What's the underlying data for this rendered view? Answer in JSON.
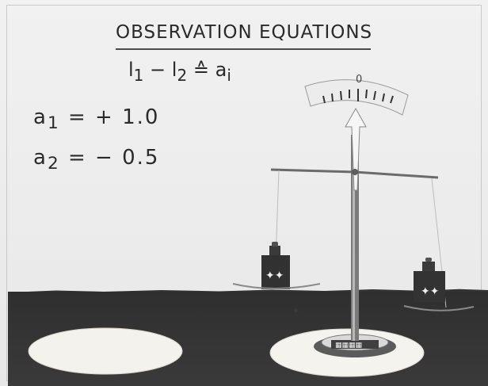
{
  "title": "OBSERVATION EQUATIONS",
  "relation": {
    "left": "l",
    "sub1": "1",
    "minus": "−",
    "right": "l",
    "sub2": "2",
    "symbol": "≙",
    "result": "a",
    "sub_i": "i"
  },
  "equations": [
    {
      "var": "a",
      "sub": "1",
      "eq": "=",
      "value": "+ 1.0"
    },
    {
      "var": "a",
      "sub": "2",
      "eq": "=",
      "value": "− 0.5"
    }
  ],
  "scale_label": "0"
}
